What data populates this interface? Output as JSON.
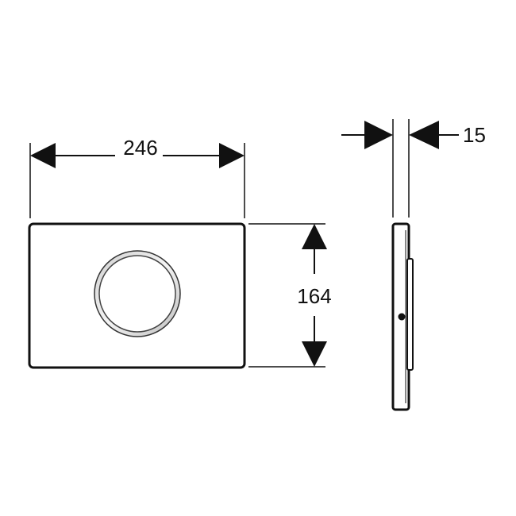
{
  "dimensions": {
    "width": "246",
    "height": "164",
    "depth": "15"
  },
  "colors": {
    "line": "#111111",
    "background": "#ffffff"
  }
}
